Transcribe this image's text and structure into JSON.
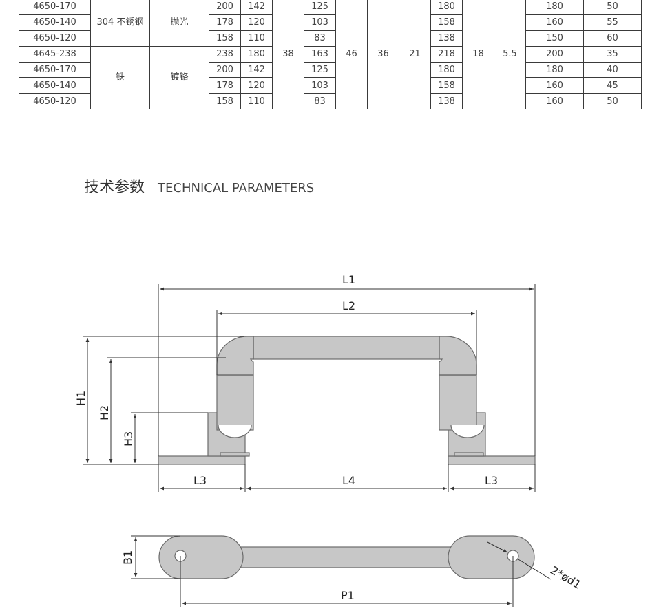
{
  "table": {
    "rows": [
      {
        "model": "4650-170",
        "c1": "200",
        "c2": "142",
        "c4": "125",
        "c8": "180",
        "c11": "180",
        "c12": "50"
      },
      {
        "model": "4650-140",
        "c1": "178",
        "c2": "120",
        "c4": "103",
        "c8": "158",
        "c11": "160",
        "c12": "55"
      },
      {
        "model": "4650-120",
        "c1": "158",
        "c2": "110",
        "c4": "83",
        "c8": "138",
        "c11": "150",
        "c12": "60"
      },
      {
        "model": "4645-238",
        "c1": "238",
        "c2": "180",
        "c4": "163",
        "c8": "218",
        "c11": "200",
        "c12": "35"
      },
      {
        "model": "4650-170",
        "c1": "200",
        "c2": "142",
        "c4": "125",
        "c8": "180",
        "c11": "180",
        "c12": "40"
      },
      {
        "model": "4650-140",
        "c1": "178",
        "c2": "120",
        "c4": "103",
        "c8": "158",
        "c11": "160",
        "c12": "45"
      },
      {
        "model": "4650-120",
        "c1": "158",
        "c2": "110",
        "c4": "83",
        "c8": "138",
        "c11": "160",
        "c12": "50"
      }
    ],
    "material_group1": "304 不锈钢",
    "finish_group1": "抛光",
    "material_group2": "铁",
    "finish_group2": "镀铬",
    "merged": {
      "c3": "38",
      "c5": "46",
      "c6": "36",
      "c7": "21",
      "c9": "18",
      "c10": "5.5"
    }
  },
  "section": {
    "title_cn": "技术参数",
    "title_en": "TECHNICAL PARAMETERS"
  },
  "drawing": {
    "labels": {
      "L1": "L1",
      "L2": "L2",
      "L3": "L3",
      "L4": "L4",
      "H1": "H1",
      "H2": "H2",
      "H3": "H3",
      "B1": "B1",
      "P1": "P1",
      "holes": "2*ød1"
    },
    "colors": {
      "part_fill": "#c7c7c7",
      "part_stroke": "#6b6b6b",
      "line": "#333333"
    }
  }
}
